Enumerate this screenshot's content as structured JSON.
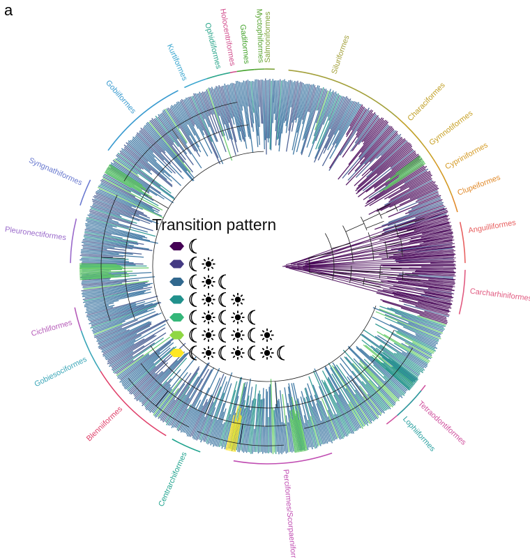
{
  "panel_label": "a",
  "legend": {
    "title": "Transition pattern",
    "rows": [
      {
        "color": "#440154",
        "pattern": [
          "moon"
        ]
      },
      {
        "color": "#443a83",
        "pattern": [
          "moon",
          "sun"
        ]
      },
      {
        "color": "#31688e",
        "pattern": [
          "moon",
          "sun",
          "moon"
        ]
      },
      {
        "color": "#21918c",
        "pattern": [
          "moon",
          "sun",
          "moon",
          "sun"
        ]
      },
      {
        "color": "#35b779",
        "pattern": [
          "moon",
          "sun",
          "moon",
          "sun",
          "moon"
        ]
      },
      {
        "color": "#8fd744",
        "pattern": [
          "moon",
          "sun",
          "moon",
          "sun",
          "moon",
          "sun"
        ]
      },
      {
        "color": "#fde725",
        "pattern": [
          "moon",
          "sun",
          "moon",
          "sun",
          "moon",
          "sun",
          "moon"
        ]
      }
    ]
  },
  "palette": {
    "tree_dark": "#440154",
    "tree_mid": "#3b528b",
    "tree_blue": "#2c6a9a",
    "tree_teal": "#21918c",
    "tree_green": "#5ec962",
    "tree_yellow": "#fde725",
    "stroke": "#1a1a1a"
  },
  "clades": [
    {
      "name": "Siluriformes",
      "color": "#a3a03a",
      "start": -84,
      "end": -49,
      "label_angle": -71
    },
    {
      "name": "Characiformes",
      "color": "#c1a027",
      "start": -49,
      "end": -37,
      "label_angle": -46
    },
    {
      "name": "Gymnotiformes",
      "color": "#c8a024",
      "start": -37,
      "end": -33,
      "label_angle": -37
    },
    {
      "name": "Cypriniformes",
      "color": "#d49a24",
      "start": -33,
      "end": -21,
      "label_angle": -29
    },
    {
      "name": "Clupeiformes",
      "color": "#e18a2a",
      "start": -21,
      "end": -16,
      "label_angle": -21
    },
    {
      "name": "Anguilliformes",
      "color": "#e86060",
      "start": -13,
      "end": -1,
      "label_angle": -10
    },
    {
      "name": "Carcharhiniformes",
      "color": "#e15a80",
      "start": 1,
      "end": 14,
      "label_angle": 7
    },
    {
      "name": "Tetraodontiformes",
      "color": "#cf4f9d",
      "start": 37,
      "end": 53,
      "label_angle": 42
    },
    {
      "name": "Lophiiformes",
      "color": "#2aa0a0",
      "start": 39,
      "end": 49,
      "label_angle": 48
    },
    {
      "name": "Perciformes/Scorpaeniformes",
      "color": "#c04db2",
      "start": 71,
      "end": 100,
      "label_angle": 85
    },
    {
      "name": "Centrarchiformes",
      "color": "#20a38e",
      "start": 110,
      "end": 119,
      "label_angle": 114
    },
    {
      "name": "Blenniiformes",
      "color": "#e0406a",
      "start": 121,
      "end": 148,
      "label_angle": 136
    },
    {
      "name": "Gobiesociformes",
      "color": "#3aa6b8",
      "start": 148,
      "end": 161,
      "label_angle": 153
    },
    {
      "name": "Cichliformes",
      "color": "#b55ab8",
      "start": 161,
      "end": 168,
      "label_angle": 164
    },
    {
      "name": "Pleuronectiformes",
      "color": "#9a6acb",
      "start": 181,
      "end": 194,
      "label_angle": 188
    },
    {
      "name": "Syngnathiformes",
      "color": "#6a7ad0",
      "start": 198,
      "end": 206,
      "label_angle": 204
    },
    {
      "name": "Gobiiformes",
      "color": "#3a9bd0",
      "start": 216,
      "end": 243,
      "label_angle": 229
    },
    {
      "name": "Kurtiformes",
      "color": "#3aa6cf",
      "start": 245,
      "end": 252,
      "label_angle": 246
    },
    {
      "name": "Ophidiiformes",
      "color": "#2aa58a",
      "start": 252,
      "end": 259,
      "label_angle": 256
    },
    {
      "name": "Holocentriformes",
      "color": "#d04a8a",
      "start": 259,
      "end": 261,
      "label_angle": 260
    },
    {
      "name": "Gadiformes",
      "color": "#45a32d",
      "start": 261,
      "end": 266,
      "label_angle": 264
    },
    {
      "name": "Myctophiformes",
      "color": "#55a22e",
      "start": 266,
      "end": 269,
      "label_angle": 268
    },
    {
      "name": "Salmoniformes",
      "color": "#7ea33a",
      "start": 269,
      "end": 272,
      "label_angle": 270
    }
  ]
}
